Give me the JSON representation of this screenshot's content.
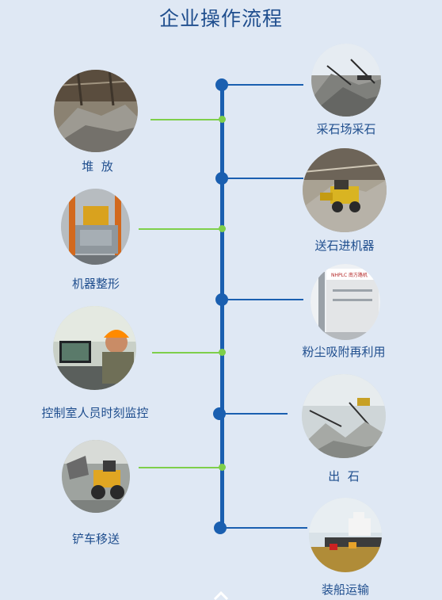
{
  "title": "企业操作流程",
  "steps": [
    {
      "id": "quarry",
      "label": "采石场采石"
    },
    {
      "id": "stockpile",
      "label": "堆  放"
    },
    {
      "id": "feed",
      "label": "送石进机器"
    },
    {
      "id": "shaping",
      "label": "机器整形"
    },
    {
      "id": "dust",
      "label": "粉尘吸附再利用",
      "sign_text": "NHPLC 南方路机"
    },
    {
      "id": "monitor",
      "label": "控制室人员时刻监控"
    },
    {
      "id": "output",
      "label": "出  石"
    },
    {
      "id": "loader",
      "label": "铲车移送"
    },
    {
      "id": "shipping",
      "label": "装船运输"
    }
  ],
  "colors": {
    "background": "#dfe8f4",
    "title": "#1f4e8e",
    "spine": "#1a5fb0",
    "connector_right": "#1a5fb0",
    "connector_left": "#7ecf4a",
    "label": "#1f4e8e"
  }
}
